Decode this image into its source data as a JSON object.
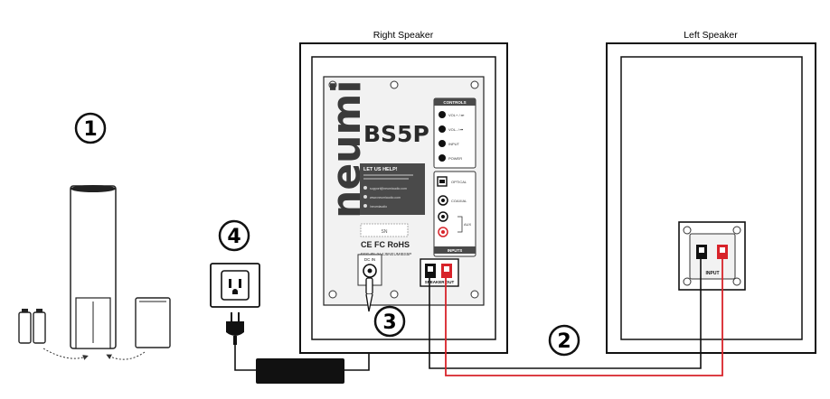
{
  "speakers": {
    "right_title": "Right Speaker",
    "left_title": "Left Speaker"
  },
  "steps": {
    "one": "1",
    "two": "2",
    "three": "3",
    "four": "4"
  },
  "panel": {
    "brand_logo": "neumi",
    "model": "BS5P",
    "controls_title": "CONTROLS",
    "controls": [
      "VOL+ / ⏭",
      "VOL- / ⏮",
      "INPUT",
      "POWER"
    ],
    "optical": "OPTICAL",
    "coaxial": "COAXIAL",
    "aux": "AUX",
    "inputs_title": "INPUTS",
    "help_title": "LET US HELP!",
    "help_lines": [
      "support@neumiaudio.com",
      "www.neumiaudio.com",
      "/neumiaudio"
    ],
    "serial_label": "SN",
    "cert_marks": "CE FC RoHS",
    "fcc_id": "FCC ID: 2A4J5NEUMIBS5P",
    "dc_in": "DC IN",
    "speaker_out": "SPEAKER OUT",
    "input_label": "INPUT"
  },
  "colors": {
    "red_cable": "#d8232a",
    "black_cable": "#111111",
    "panel_bg": "#f2f2f2",
    "dark_panel": "#4a4a4a"
  }
}
